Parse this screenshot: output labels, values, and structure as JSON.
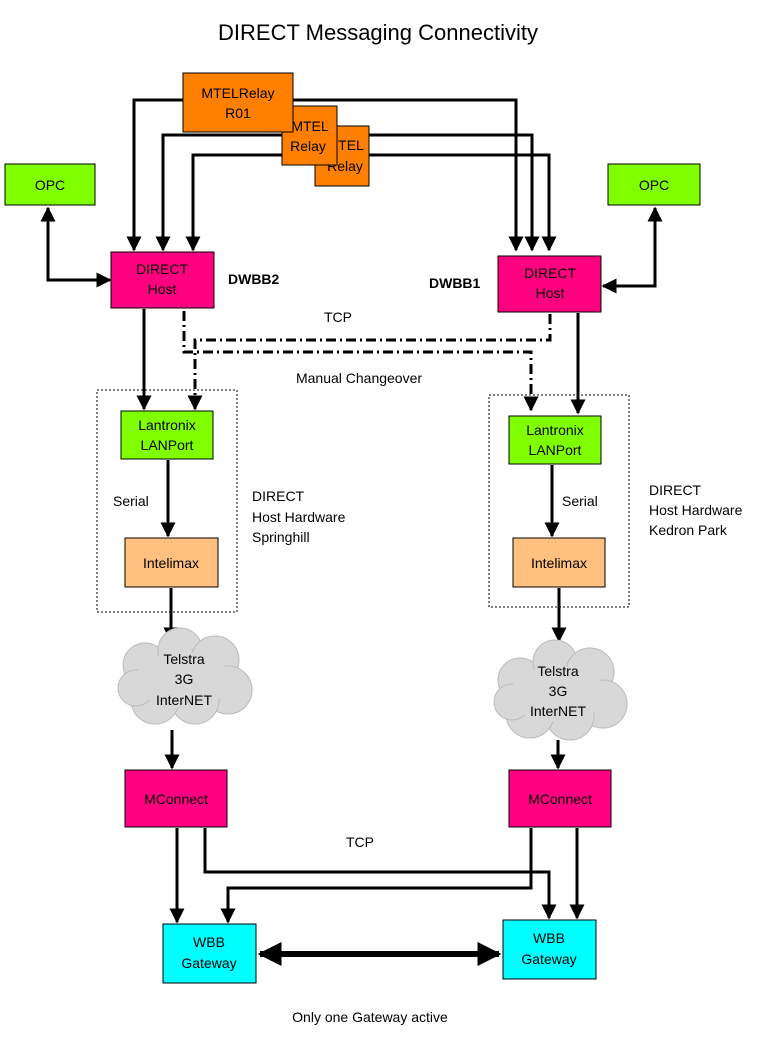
{
  "title": "DIRECT Messaging Connectivity",
  "colors": {
    "relay": "#ff8000",
    "opc": "#80ff00",
    "direct_host": "#ff0080",
    "lanport": "#80ff00",
    "intelimax": "#ffc080",
    "cloud": "#d8d8d8",
    "mconnect": "#ff0080",
    "gateway": "#00ffff"
  },
  "relays": [
    {
      "line1": "MTELRelay",
      "line2": "R01"
    },
    {
      "line1": "MTEL",
      "line2": "Relay"
    },
    {
      "line1": "TEL",
      "line2": "Relay"
    }
  ],
  "opc_left": "OPC",
  "opc_right": "OPC",
  "host_left": {
    "line1": "DIRECT",
    "line2": "Host",
    "name": "DWBB2"
  },
  "host_right": {
    "line1": "DIRECT",
    "line2": "Host",
    "name": "DWBB1"
  },
  "tcp_top": "TCP",
  "manual_changeover": "Manual Changeover",
  "lan_left": {
    "line1": "Lantronix",
    "line2": "LANPort"
  },
  "lan_right": {
    "line1": "Lantronix",
    "line2": "LANPort"
  },
  "serial_left": "Serial",
  "serial_right": "Serial",
  "site_left": {
    "line1": "DIRECT",
    "line2": "Host Hardware",
    "line3": "Springhill"
  },
  "site_right": {
    "line1": "DIRECT",
    "line2": "Host Hardware",
    "line3": "Kedron Park"
  },
  "intelimax_left": "Intelimax",
  "intelimax_right": "Intelimax",
  "cloud_left": {
    "line1": "Telstra",
    "line2": "3G",
    "line3": "InterNET"
  },
  "cloud_right": {
    "line1": "Telstra",
    "line2": "3G",
    "line3": "InterNET"
  },
  "mconnect_left": "MConnect",
  "mconnect_right": "MConnect",
  "tcp_bottom": "TCP",
  "gateway_left": {
    "line1": "WBB",
    "line2": "Gateway"
  },
  "gateway_right": {
    "line1": "WBB",
    "line2": "Gateway"
  },
  "footer": "Only one Gateway active"
}
